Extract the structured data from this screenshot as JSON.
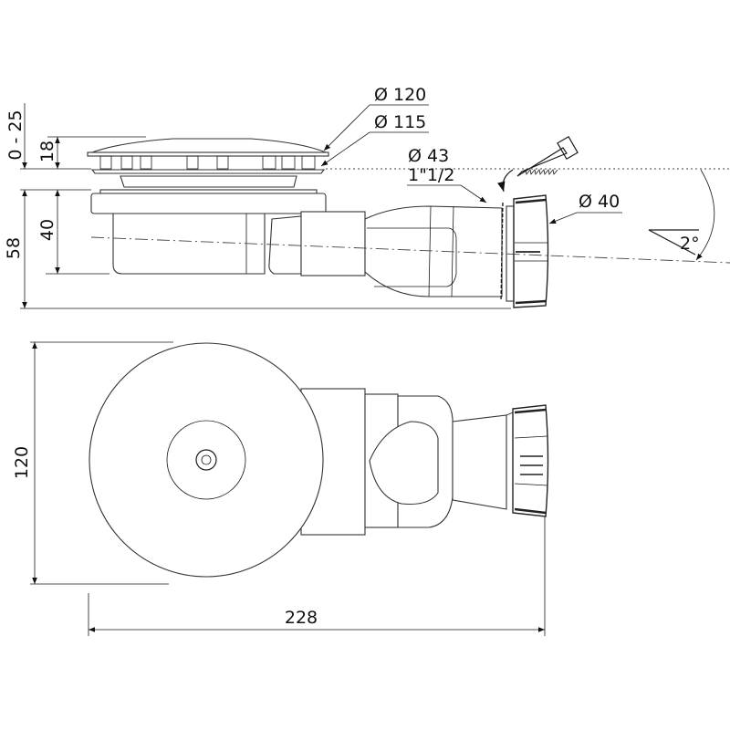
{
  "side_view": {
    "dim_adjust": "0 - 25",
    "dim_grate_height": "18",
    "dim_total_height": "58",
    "dim_body_height": "40",
    "label_grate_outer": "Ø 120",
    "label_grate_inner": "Ø 115",
    "label_outlet_diameter": "Ø 43",
    "label_outlet_thread": "1\"1/2",
    "label_nut_diameter": "Ø 40",
    "label_slope": "2°"
  },
  "top_view": {
    "dim_width": "120",
    "dim_length": "228"
  }
}
